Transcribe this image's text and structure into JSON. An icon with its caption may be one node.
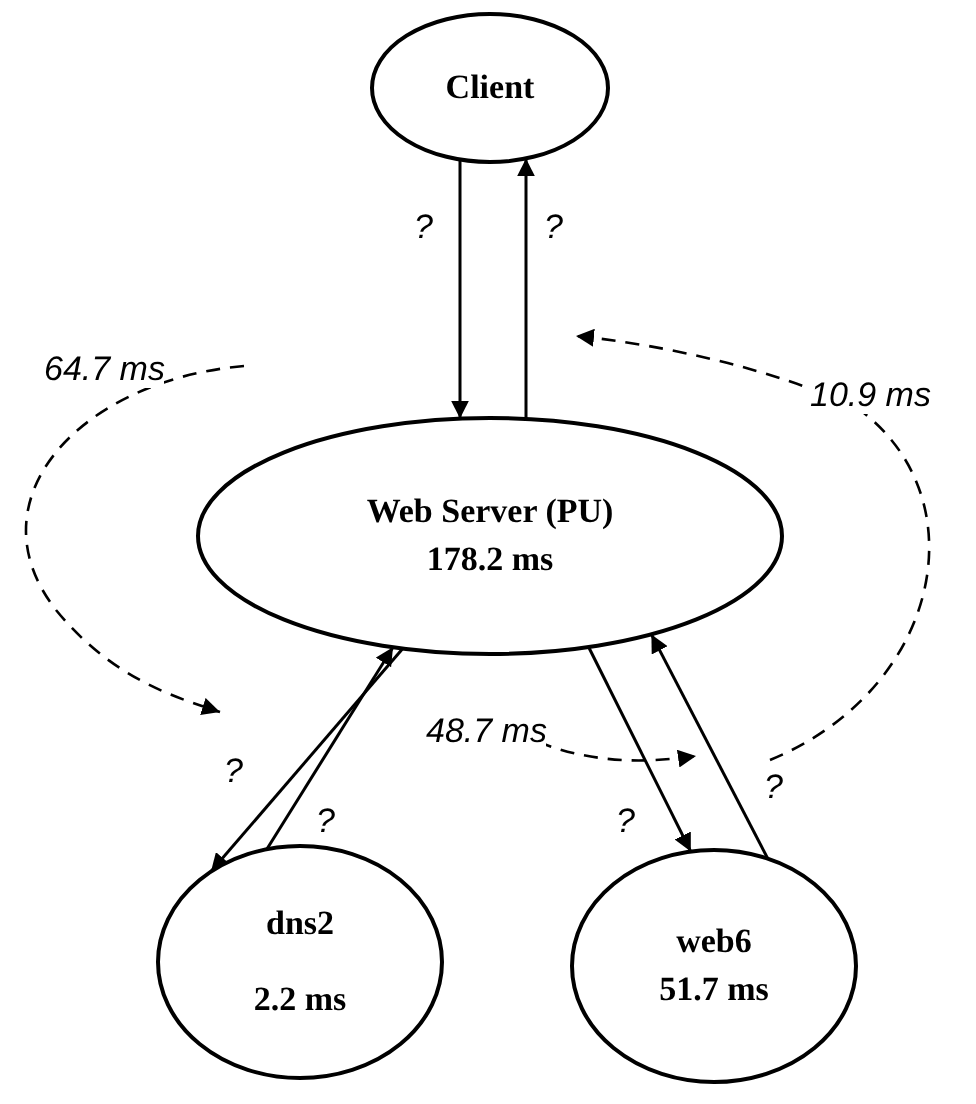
{
  "diagram": {
    "nodes": [
      {
        "text": [
          "Client"
        ]
      },
      {
        "text": [
          "Web Server (PU)",
          "178.2 ms"
        ]
      },
      {
        "text": [
          "dns2",
          "2.2 ms"
        ]
      },
      {
        "text": [
          "web6",
          "51.7 ms"
        ]
      }
    ],
    "edges": [
      {
        "from": 0,
        "to": 1,
        "arrow": "to",
        "label": "?"
      },
      {
        "from": 1,
        "to": 0,
        "arrow": "to",
        "label": "?"
      },
      {
        "from": 1,
        "to": 2,
        "arrow": "to",
        "label": "?"
      },
      {
        "from": 2,
        "to": 1,
        "arrow": "to",
        "label": "?"
      },
      {
        "from": 1,
        "to": 3,
        "arrow": "to",
        "label": "?"
      },
      {
        "from": 3,
        "to": 1,
        "arrow": "to",
        "label": "?"
      }
    ],
    "labels": [
      "64.7 ms",
      "10.9 ms",
      "48.7 ms"
    ]
  }
}
